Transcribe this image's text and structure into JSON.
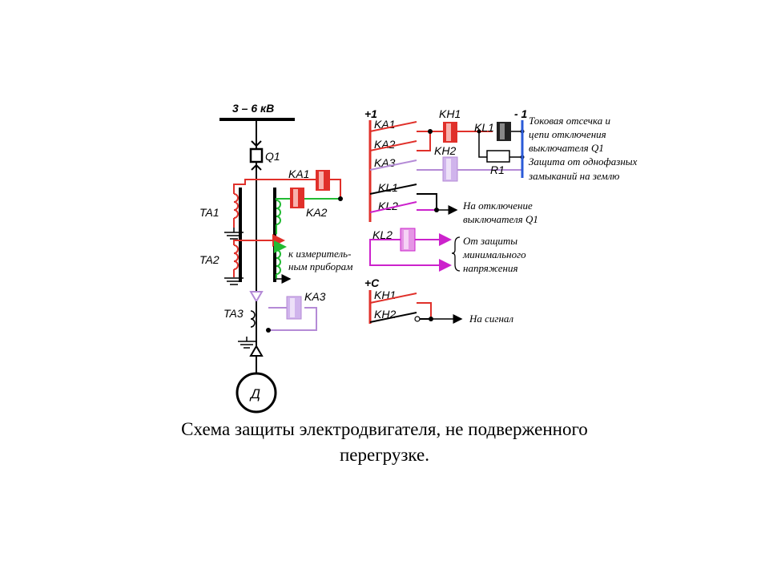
{
  "colors": {
    "red": "#e0302a",
    "green": "#22bb33",
    "lilac": "#b48ad6",
    "magenta": "#cc22cc",
    "blue": "#2a5ad8",
    "gray": "#8a8a8a"
  },
  "icons": [
    "motor-icon",
    "circuit-breaker-icon",
    "current-transformer-icon",
    "relay-coil-icon",
    "ground-icon"
  ],
  "power": {
    "bus_label": "3 – 6 кВ",
    "breaker": "Q1",
    "ct": [
      "TA1",
      "TA2",
      "TA3"
    ],
    "relays": [
      "KA1",
      "KA2",
      "KA3"
    ],
    "measure_note_line1": "к измеритель-",
    "measure_note_line2": "ным приборам",
    "motor": "Д"
  },
  "control": {
    "plus1": "+1",
    "minus1": "- 1",
    "plusC": "+C",
    "ka1": "KA1",
    "ka2": "KA2",
    "ka3": "KA3",
    "kh1": "KH1",
    "kh2": "KH2",
    "kl1": "KL1",
    "kl1_contact": "KL1",
    "kl2_contact": "KL2",
    "kl2_coil": "KL2",
    "r1": "R1",
    "kh1_sig": "KH1",
    "kh2_sig": "KH2"
  },
  "notes": {
    "current_cutoff_line1": "Токовая отсечка и",
    "current_cutoff_line2": "цепи отключения",
    "current_cutoff_line3": "выключателя Q1",
    "ground_fault_line1": "Защита от однофазных",
    "ground_fault_line2": "замыканий на землю",
    "trip_line1": "На отключение",
    "trip_line2": "выключателя Q1",
    "undervoltage_line1": "От защиты",
    "undervoltage_line2": "минимального",
    "undervoltage_line3": "напряжения",
    "signal": "На сигнал"
  },
  "caption_line1": "Схема защиты электродвигателя, не подверженного",
  "caption_line2": "перегрузке."
}
